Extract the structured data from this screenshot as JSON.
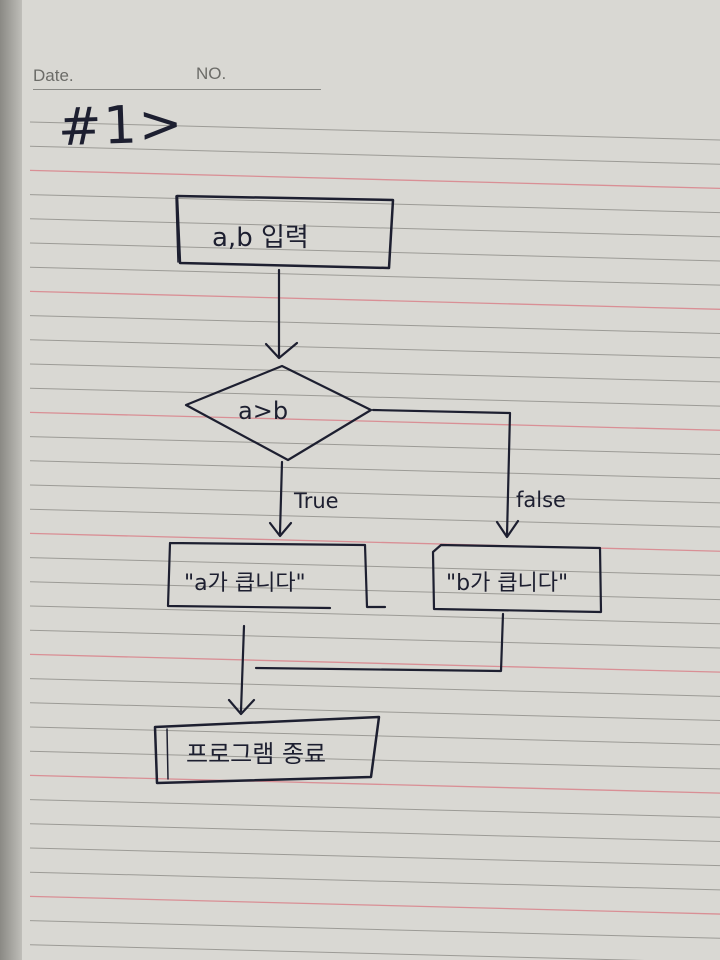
{
  "header": {
    "date_label": "Date.",
    "no_label": "NO."
  },
  "title": "#1>",
  "flowchart": {
    "start": "a,b 입력",
    "decision": "a>b",
    "true_label": "True",
    "false_label": "false",
    "true_output": "\"a가 큽니다\"",
    "false_output": "\"b가 큽니다\"",
    "end": "프로그램 종료"
  },
  "colors": {
    "ink": "#1d1f30",
    "paper": "#d9d8d3",
    "rule": "#9c9b96",
    "red_rule": "#d98f95"
  }
}
